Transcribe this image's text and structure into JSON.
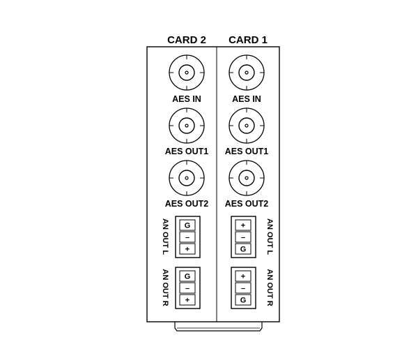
{
  "cards": [
    {
      "title": "CARD 2",
      "bnc": [
        {
          "label": "AES IN",
          "icon": "bnc-connector-icon"
        },
        {
          "label": "AES OUT1",
          "icon": "bnc-connector-icon"
        },
        {
          "label": "AES OUT2",
          "icon": "bnc-connector-icon"
        }
      ],
      "terminals": [
        {
          "label": "AN OUT L",
          "pins": [
            "G",
            "–",
            "+"
          ]
        },
        {
          "label": "AN OUT R",
          "pins": [
            "G",
            "–",
            "+"
          ]
        }
      ]
    },
    {
      "title": "CARD 1",
      "bnc": [
        {
          "label": "AES IN",
          "icon": "bnc-connector-icon"
        },
        {
          "label": "AES OUT1",
          "icon": "bnc-connector-icon"
        },
        {
          "label": "AES OUT2",
          "icon": "bnc-connector-icon"
        }
      ],
      "terminals": [
        {
          "label": "AN OUT L",
          "pins": [
            "+",
            "–",
            "G"
          ]
        },
        {
          "label": "AN OUT R",
          "pins": [
            "+",
            "–",
            "G"
          ]
        }
      ]
    }
  ],
  "colors": {
    "stroke": "#000000",
    "fill": "#ffffff"
  }
}
